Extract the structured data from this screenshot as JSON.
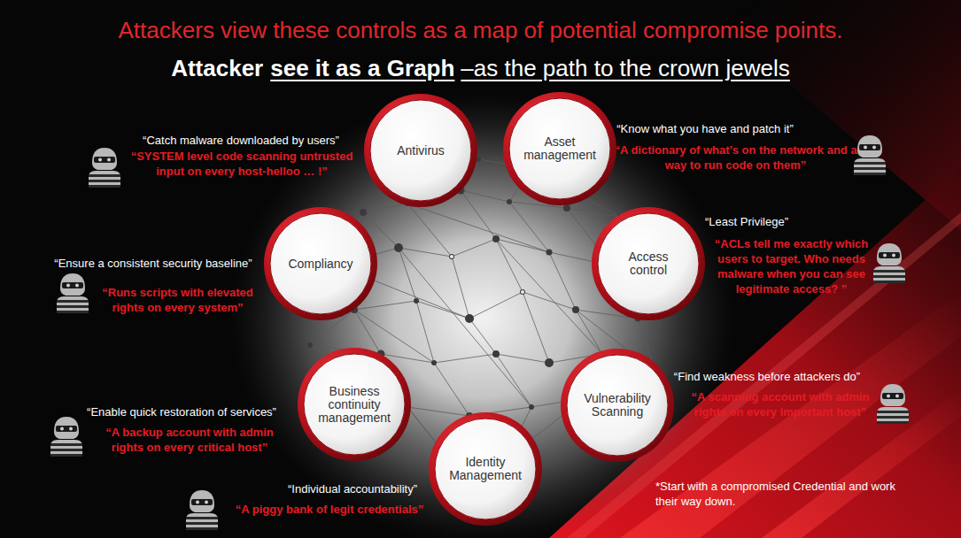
{
  "diagram": {
    "title": "Attackers view these controls as a map of potential compromise points.",
    "nodes": [
      {
        "text": [
          "Antivirus"
        ]
      },
      {
        "text": [
          "Asset management"
        ]
      },
      {
        "text": [
          "Compliancy"
        ]
      },
      {
        "text": [
          "Access control"
        ]
      },
      {
        "text": [
          "Vulnerability Scanning"
        ]
      },
      {
        "text": [
          "Business continuity management"
        ]
      },
      {
        "text": [
          "Identity Management"
        ]
      }
    ],
    "labels": [
      "Attacker",
      "see it as a Graph",
      "–as the path to the crown jewels",
      "“Catch malware downloaded by users”",
      "“SYSTEM level code scanning untrusted input on every host-helloo … !”",
      "“Know what you have and patch it”",
      "“A dictionary of what’s on the network and a way to run code on them”",
      "“Least Privilege”",
      "“ACLs tell me exactly which users to target. Who needs malware when you can see legitimate access? ”",
      "“Ensure a consistent security baseline”",
      "“Runs scripts with elevated rights on every system”",
      "“Find weakness before attackers do”",
      "“A scanning account with admin rights on every important host”",
      "“Enable quick restoration of services”",
      "“A backup account with admin rights on every critical host”",
      "“Individual accountability”",
      "“A piggy bank of legit credentials”",
      "*Start with a compromised Credential and work their way down."
    ]
  }
}
